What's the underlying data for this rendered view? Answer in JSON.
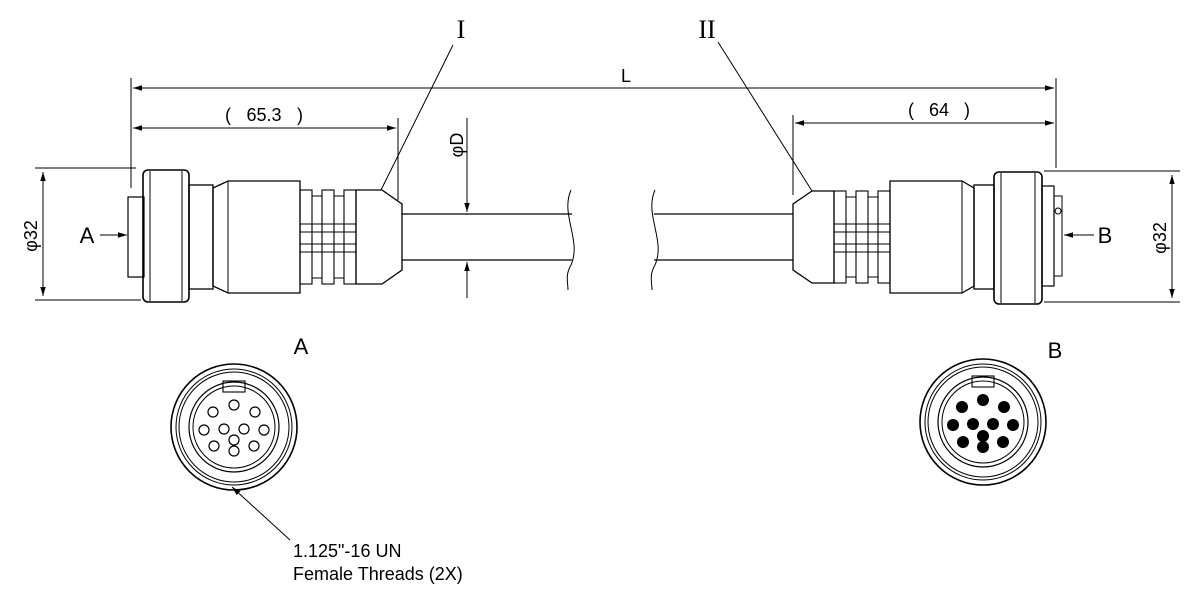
{
  "dimensions": {
    "overall_length": "L",
    "left_connector_length": "65.3",
    "right_connector_length": "64",
    "cable_diameter": "φD",
    "left_diameter": "φ32",
    "right_diameter": "φ32"
  },
  "callouts": {
    "end_one": "I",
    "end_two": "II"
  },
  "views": {
    "view_a_arrow": "A",
    "view_b_arrow": "B",
    "view_a_title": "A",
    "view_b_title": "B"
  },
  "notes": {
    "thread_line1": "1.125\"-16 UN",
    "thread_line2": "Female Threads (2X)"
  }
}
